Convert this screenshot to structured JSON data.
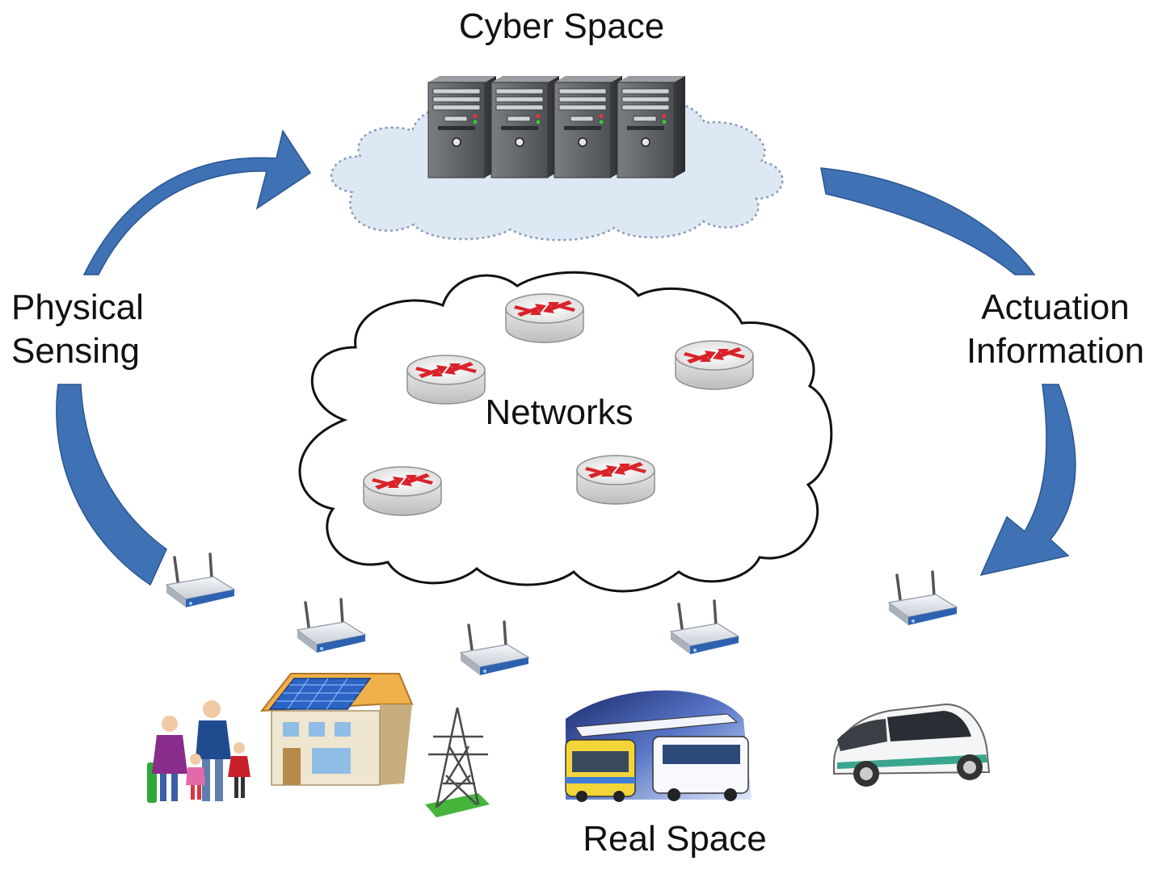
{
  "labels": {
    "cyber_space": "Cyber Space",
    "networks": "Networks",
    "real_space": "Real Space",
    "physical_sensing": [
      "Physical",
      "Sensing"
    ],
    "actuation_information": [
      "Actuation",
      "Information"
    ]
  },
  "colors": {
    "arrow": "#3f72b5",
    "arrow_edge": "#2b5591",
    "cyber_cloud_fill": "#dde8f4",
    "cyber_cloud_stroke": "#8a9bb6",
    "network_cloud_fill": "#ffffff",
    "network_cloud_stroke": "#111111",
    "router_arrows": "#d8232a",
    "server_body": "#595c61",
    "wifi_accent": "#2e62b0"
  },
  "icons": {
    "servers": [
      "server-icon",
      "server-icon",
      "server-icon",
      "server-icon"
    ],
    "routers": [
      "router-icon",
      "router-icon",
      "router-icon",
      "router-icon",
      "router-icon"
    ],
    "wireless": [
      "wifi-router-icon",
      "wifi-router-icon",
      "wifi-router-icon",
      "wifi-router-icon",
      "wifi-router-icon"
    ],
    "real_space": [
      "family-icon",
      "solar-house-icon",
      "power-tower-icon",
      "transport-icon",
      "electric-car-icon"
    ]
  }
}
